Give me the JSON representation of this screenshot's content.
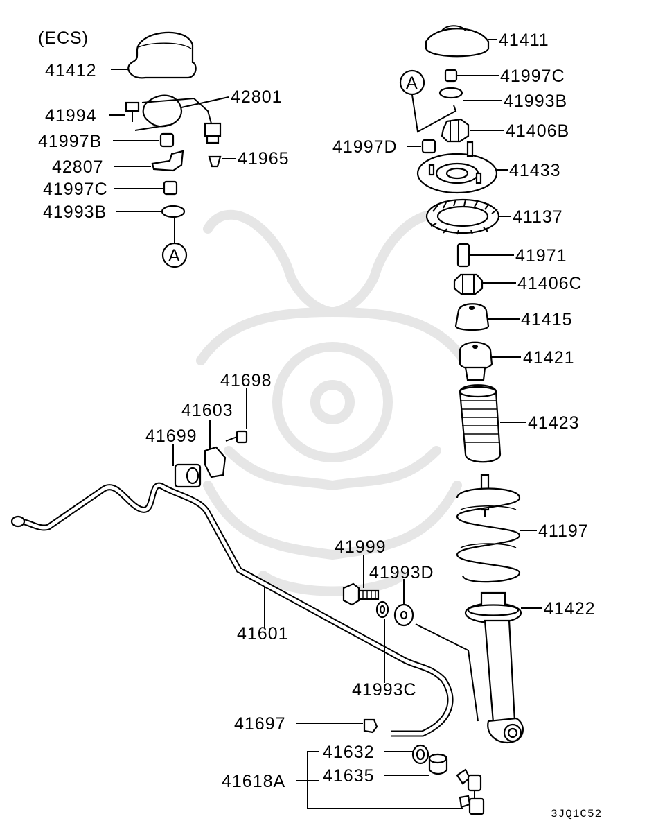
{
  "diagram": {
    "header_note": "(ECS)",
    "code": "3JQ1C52",
    "ref_marker": "A",
    "parts": {
      "p41411": "41411",
      "p41997C_top": "41997C",
      "p41993B_top": "41993B",
      "p41406B": "41406B",
      "p41997D": "41997D",
      "p41433": "41433",
      "p41137": "41137",
      "p41971": "41971",
      "p41406C": "41406C",
      "p41415": "41415",
      "p41421": "41421",
      "p41423": "41423",
      "p41197": "41197",
      "p41422": "41422",
      "p41412": "41412",
      "p42801": "42801",
      "p41994": "41994",
      "p41997B": "41997B",
      "p41965": "41965",
      "p42807": "42807",
      "p41997C_left": "41997C",
      "p41993B_left": "41993B",
      "p41698": "41698",
      "p41603": "41603",
      "p41699": "41699",
      "p41999": "41999",
      "p41993D": "41993D",
      "p41601": "41601",
      "p41993C": "41993C",
      "p41697": "41697",
      "p41632": "41632",
      "p41618A": "41618A",
      "p41635": "41635"
    }
  }
}
